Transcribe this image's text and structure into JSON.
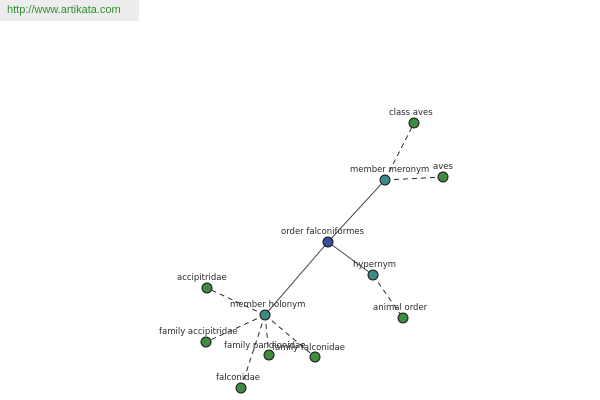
{
  "source": {
    "url_text": "http://www.artikata.com"
  },
  "colors": {
    "root_node": "#3a4d9a",
    "relation_node": "#3d8a8a",
    "leaf_node": "#3f8b3f"
  },
  "graph": {
    "root": {
      "label": "order falconiformes"
    },
    "relations": {
      "member_meronym": {
        "label": "member meronym"
      },
      "hypernym": {
        "label": "hypernym"
      },
      "member_holonym": {
        "label": "member holonym"
      }
    },
    "leaves": {
      "class_aves": {
        "label": "class aves"
      },
      "aves": {
        "label": "aves"
      },
      "animal_order": {
        "label": "animal order"
      },
      "accipitridae": {
        "label": "accipitridae"
      },
      "family_accipitridae": {
        "label": "family accipitridae"
      },
      "family_pandionidae": {
        "label": "family pandionidae"
      },
      "family_falconidae": {
        "label": "family falconidae"
      },
      "falconidae": {
        "label": "falconidae"
      }
    }
  }
}
